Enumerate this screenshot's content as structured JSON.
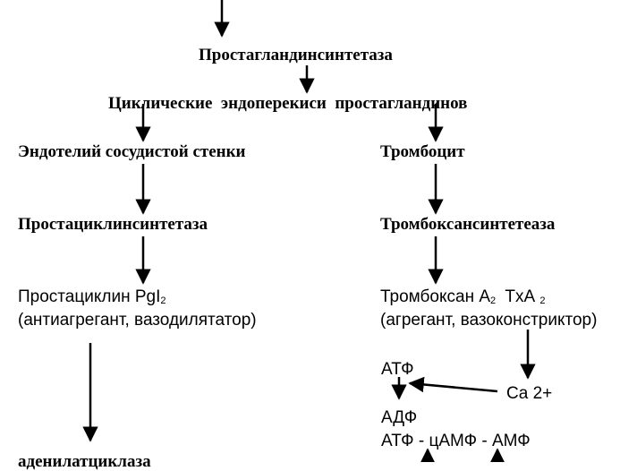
{
  "nodes": {
    "synthetase": "Простагландинсинтетаза",
    "endoperoxides": "Циклические  эндоперекиси  простагландинов",
    "endothelium": "Эндотелий сосудистой стенки",
    "platelet": "Тромбоцит",
    "prostacyclin_synthetase": "Простациклинсинтетаза",
    "thromboxane_synthetase": "Тромбоксансинтетеаза",
    "prostacyclin": {
      "name": "Простациклин PgI",
      "sub": "2",
      "desc": "(антиагрегант, вазодилятатор)"
    },
    "thromboxane": {
      "name_a": "Тромбоксан A",
      "sub_a": "2",
      "name_b": "TxA",
      "sub_b": "2",
      "desc": "(агрегант, вазоконстриктор)"
    },
    "atp": "АТФ",
    "ca": "Ca 2+",
    "adp": "АДФ",
    "cycle": "АТФ - цАМФ - АМФ",
    "adenylate_cyclase": "аденилатциклаза"
  }
}
